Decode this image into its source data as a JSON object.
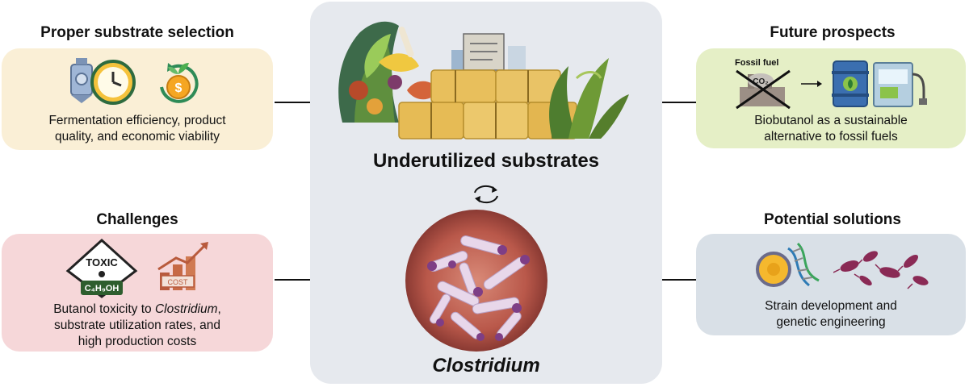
{
  "center": {
    "substrates_label": "Underutilized substrates",
    "organism_label": "Clostridium",
    "cycle_icon": "refresh-cycle-icon"
  },
  "panels": {
    "substrate_selection": {
      "heading": "Proper substrate selection",
      "text_line1": "Fermentation efficiency, product",
      "text_line2": "quality, and economic viability",
      "icons": [
        "fermenter-tank-icon",
        "clock-icon",
        "money-growth-icon"
      ]
    },
    "future_prospects": {
      "heading": "Future prospects",
      "fossil_label": "Fossil fuel",
      "co2_label": "CO",
      "co2_sub": "2",
      "text_line1": "Biobutanol as a sustainable",
      "text_line2": "alternative to fossil fuels",
      "icons": [
        "crossed-factory-co2-icon",
        "arrow-right-icon",
        "biofuel-barrel-pump-icon"
      ]
    },
    "challenges": {
      "heading": "Challenges",
      "toxic_label": "TOXIC",
      "formula": "C₄H₉OH",
      "cost_label": "COST",
      "text_line1_prefix": "Butanol toxicity to ",
      "text_line1_italic": "Clostridium",
      "text_line1_suffix": ",",
      "text_line2": "substrate utilization rates, and",
      "text_line3": "high production costs",
      "icons": [
        "toxic-sign-icon",
        "cost-chart-icon"
      ]
    },
    "potential_solutions": {
      "heading": "Potential solutions",
      "text_line1": "Strain development and",
      "text_line2": "genetic engineering",
      "icons": [
        "cell-dna-icon",
        "bacteria-cells-icon"
      ]
    }
  },
  "colors": {
    "substrate_panel": "#faefd6",
    "future_panel": "#e5efc6",
    "challenges_panel": "#f6d7d9",
    "solutions_panel": "#d9e0e7",
    "center_box": "#e6e9ee"
  }
}
